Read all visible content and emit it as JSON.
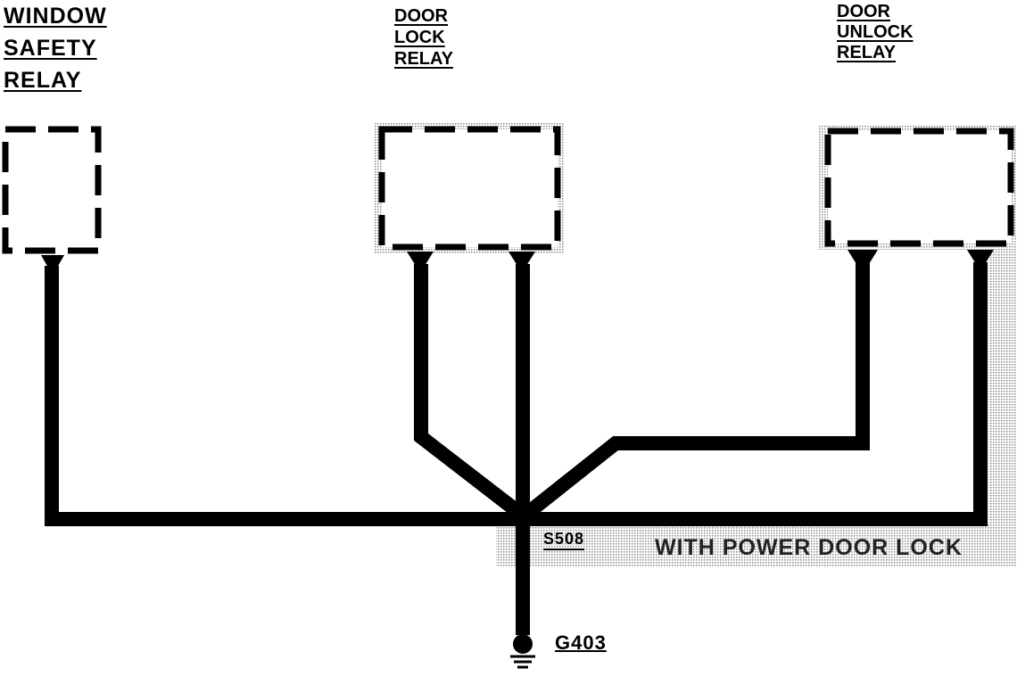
{
  "components": {
    "window_safety_relay": [
      "WINDOW",
      "SAFETY",
      "RELAY"
    ],
    "door_lock_relay": [
      "DOOR",
      "LOCK",
      "RELAY"
    ],
    "door_unlock_relay": [
      "DOOR",
      "UNLOCK",
      "RELAY"
    ]
  },
  "splice": {
    "label": "S508"
  },
  "option_note": "WITH POWER DOOR LOCK",
  "ground": {
    "label": "G403"
  },
  "colors": {
    "wire": "#000000",
    "stipple": "#9a9a9a",
    "background": "#ffffff"
  }
}
